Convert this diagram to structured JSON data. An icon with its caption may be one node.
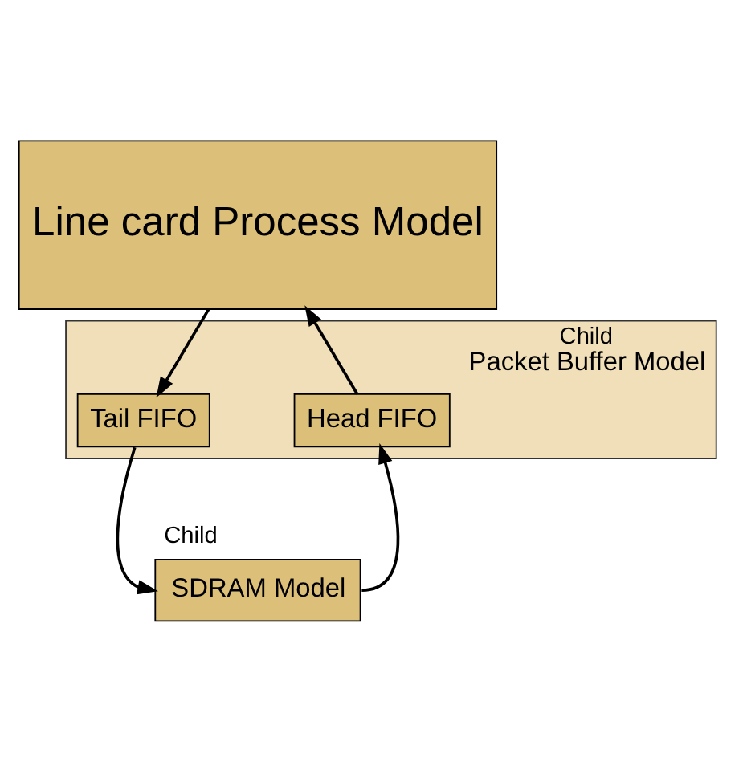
{
  "diagram": {
    "nodes": [
      {
        "text": [
          "Line card Process Model"
        ]
      },
      {
        "text": [
          "Packet Buffer Model"
        ],
        "beside": [
          "Child"
        ]
      },
      {
        "text": [
          "Tail FIFO"
        ],
        "in": 1
      },
      {
        "text": [
          "Head FIFO"
        ],
        "in": 1
      },
      {
        "text": [
          "SDRAM Model"
        ],
        "beside": [
          "Child"
        ]
      }
    ],
    "edges": [
      {
        "from": 0,
        "to": 2,
        "arrow": "to"
      },
      {
        "from": 2,
        "to": 4,
        "arrow": "to"
      },
      {
        "from": 4,
        "to": 3,
        "arrow": "to"
      },
      {
        "from": 3,
        "to": 0,
        "arrow": "to"
      }
    ]
  }
}
